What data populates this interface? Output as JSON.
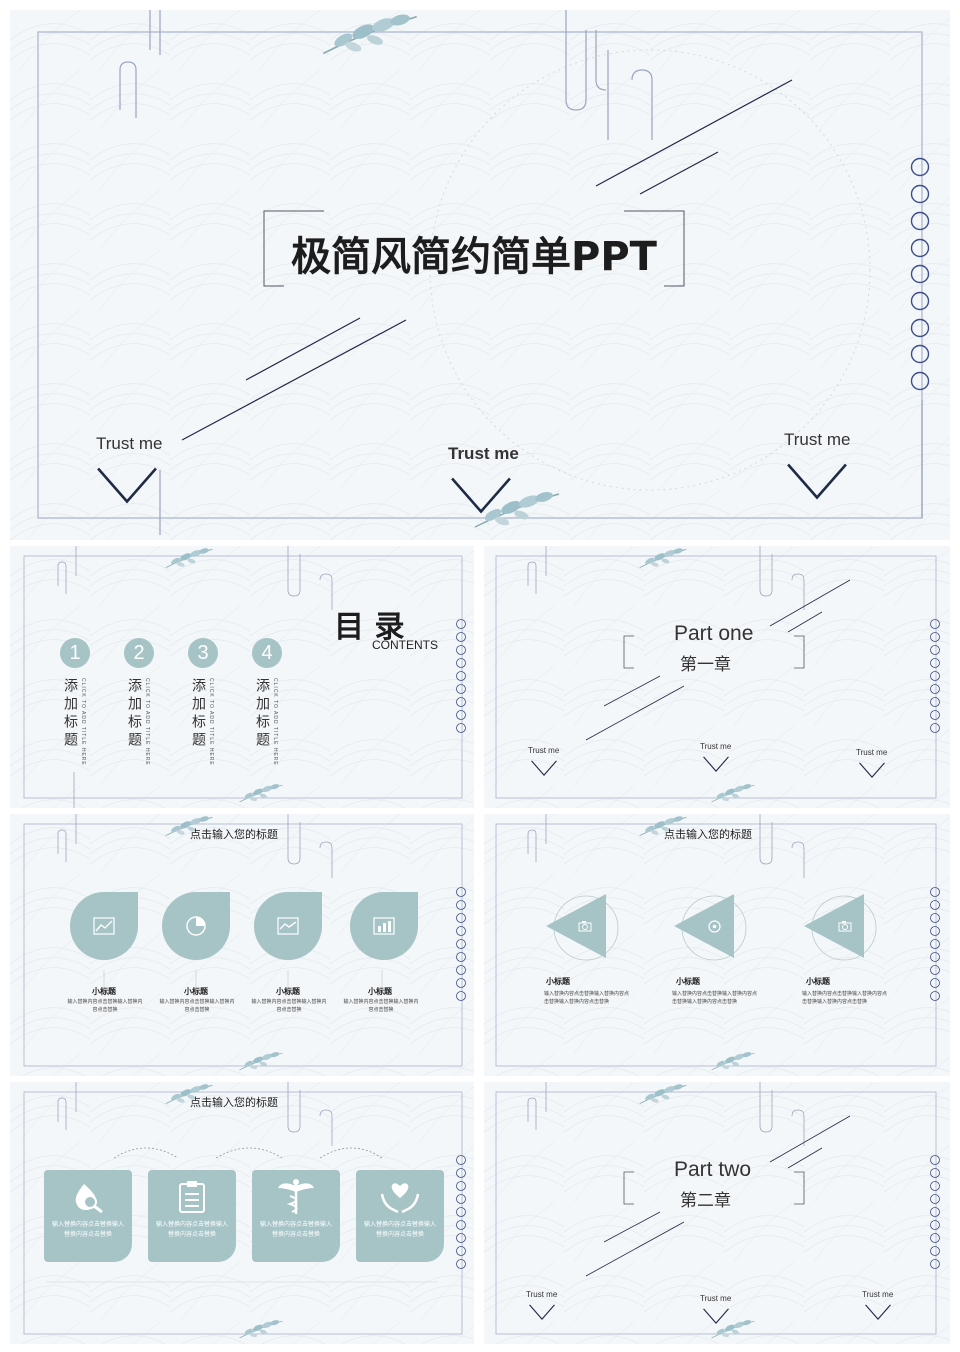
{
  "cover": {
    "title": "极简风简约简单PPT",
    "trust": [
      "Trust me",
      "Trust me",
      "Trust me"
    ]
  },
  "toc": {
    "title": "目 录",
    "subtitle": "CONTENTS",
    "items": [
      {
        "num": "1",
        "label": "添加标题",
        "en": "CLICK TO ADD TITLE HERE"
      },
      {
        "num": "2",
        "label": "添加标题",
        "en": "CLICK TO ADD TITLE HERE"
      },
      {
        "num": "3",
        "label": "添加标题",
        "en": "CLICK TO ADD TITLE HERE"
      },
      {
        "num": "4",
        "label": "添加标题",
        "en": "CLICK TO ADD TITLE HERE"
      }
    ]
  },
  "part_one": {
    "title": "Part one",
    "subtitle": "第一章",
    "trust": [
      "Trust me",
      "Trust me",
      "Trust me"
    ]
  },
  "drops_slide": {
    "heading": "点击输入您的标题",
    "items": [
      {
        "title": "小标题",
        "desc": "输入替换内容点击替换输入替换内容点击替换",
        "icon": "line-chart-icon"
      },
      {
        "title": "小标题",
        "desc": "输入替换内容点击替换输入替换内容点击替换",
        "icon": "pie-chart-icon"
      },
      {
        "title": "小标题",
        "desc": "输入替换内容点击替换输入替换内容点击替换",
        "icon": "image-chart-icon"
      },
      {
        "title": "小标题",
        "desc": "输入替换内容点击替换输入替换内容点击替换",
        "icon": "bar-chart-icon"
      }
    ]
  },
  "triangles_slide": {
    "heading": "点击输入您的标题",
    "items": [
      {
        "title": "小标题",
        "desc": "输入替换内容点击替换输入替换内容点击替换输入替换内容点击替换",
        "icon": "camera-icon"
      },
      {
        "title": "小标题",
        "desc": "输入替换内容点击替换输入替换内容点击替换输入替换内容点击替换",
        "icon": "disc-icon"
      },
      {
        "title": "小标题",
        "desc": "输入替换内容点击替换输入替换内容点击替换输入替换内容点击替换",
        "icon": "camera-icon"
      }
    ]
  },
  "cards_slide": {
    "heading": "点击输入您的标题",
    "items": [
      {
        "desc": "输入替换内容点击替换输入替换内容点击替换",
        "icon": "magnifier-icon"
      },
      {
        "desc": "输入替换内容点击替换输入替换内容点击替换",
        "icon": "clipboard-icon"
      },
      {
        "desc": "输入替换内容点击替换输入替换内容点击替换",
        "icon": "caduceus-icon"
      },
      {
        "desc": "输入替换内容点击替换输入替换内容点击替换",
        "icon": "heart-hands-icon"
      }
    ]
  },
  "part_two": {
    "title": "Part two",
    "subtitle": "第二章",
    "trust": [
      "Trust me",
      "Trust me",
      "Trust me"
    ]
  },
  "colors": {
    "accent": "#a6c3c6",
    "frame": "#b7bfd6",
    "navy": "#1f2a44",
    "background": "#f4f7f9"
  }
}
